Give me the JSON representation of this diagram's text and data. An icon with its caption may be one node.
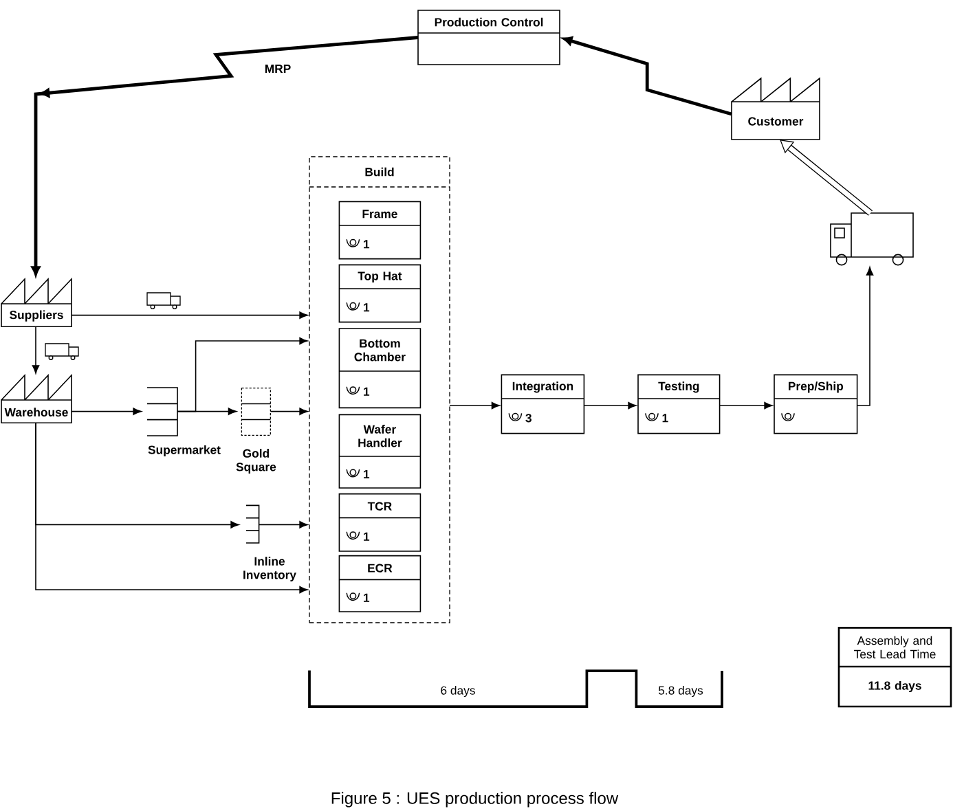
{
  "diagram": {
    "caption": "Figure 5 : UES production process flow",
    "nodes": [
      {
        "text": [
          "Production Control"
        ]
      },
      {
        "text": [
          "Customer"
        ]
      },
      {
        "text": [],
        "shape": "picture"
      },
      {
        "text": [
          "Suppliers"
        ]
      },
      {
        "text": [
          "Warehouse"
        ]
      },
      {
        "text": [
          "Supermarket"
        ]
      },
      {
        "text": [
          "Gold Square"
        ]
      },
      {
        "text": [
          "Inline Inventory"
        ]
      },
      {
        "text": [
          "Build"
        ]
      },
      {
        "text": [
          "Frame",
          "1"
        ],
        "in": 8
      },
      {
        "text": [
          "Top Hat",
          "1"
        ],
        "in": 8
      },
      {
        "text": [
          "Bottom Chamber",
          "1"
        ],
        "in": 8
      },
      {
        "text": [
          "Wafer Handler",
          "1"
        ],
        "in": 8
      },
      {
        "text": [
          "TCR",
          "1"
        ],
        "in": 8
      },
      {
        "text": [
          "ECR",
          "1"
        ],
        "in": 8
      },
      {
        "text": [
          "Integration",
          "3"
        ]
      },
      {
        "text": [
          "Testing",
          "1"
        ]
      },
      {
        "text": [
          "Prep/Ship"
        ]
      },
      {
        "text": [
          "Assembly and Test Lead Time",
          "11.8 days"
        ]
      }
    ],
    "edges": [
      {
        "from": 0,
        "to": 3,
        "arrow": "to",
        "label": "MRP",
        "style": "thick"
      },
      {
        "from": 1,
        "to": 0,
        "arrow": "to",
        "style": "thick"
      },
      {
        "from": 3,
        "to": 4,
        "arrow": "to"
      },
      {
        "from": 3,
        "to": 8,
        "arrow": "to"
      },
      {
        "from": 4,
        "to": 5,
        "arrow": "to"
      },
      {
        "from": 5,
        "to": 8,
        "arrow": "to"
      },
      {
        "from": 5,
        "to": 6,
        "arrow": "to"
      },
      {
        "from": 6,
        "to": 8,
        "arrow": "to"
      },
      {
        "from": 4,
        "to": 7,
        "arrow": "to"
      },
      {
        "from": 7,
        "to": 8,
        "arrow": "to"
      },
      {
        "from": 4,
        "to": 8,
        "arrow": "to"
      },
      {
        "from": 8,
        "to": 15,
        "arrow": "to"
      },
      {
        "from": 15,
        "to": 16,
        "arrow": "to"
      },
      {
        "from": 16,
        "to": 17,
        "arrow": "to"
      },
      {
        "from": 17,
        "to": 2,
        "arrow": "to"
      },
      {
        "from": 2,
        "to": 1,
        "arrow": "to",
        "style": "thick"
      }
    ],
    "labels": [
      "6 days",
      "5.8 days"
    ]
  }
}
